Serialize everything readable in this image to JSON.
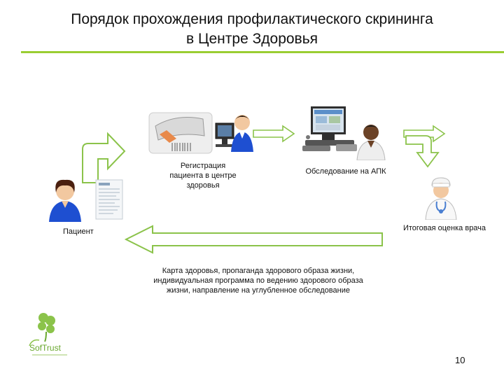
{
  "title": {
    "line1": "Порядок прохождения профилактического скрининга",
    "line2": "в Центре Здоровья"
  },
  "steps": {
    "registration": "Регистрация пациента в центре здоровья",
    "apk": "Обследование на АПК",
    "doctor": "Итоговая оценка врача",
    "patient": "Пациент"
  },
  "result": {
    "text": "Карта здоровья, пропаганда здорового образа жизни, индивидуальная программа по ведению здорового образа жизни, направление на углубленное обследование"
  },
  "logo": {
    "name": "SofTrust"
  },
  "slide_number": "10",
  "colors": {
    "accent": "#9acd32",
    "arrow_fill": "#ffffff",
    "arrow_stroke": "#8bc34a",
    "person_shirt": "#1e4fd1"
  }
}
